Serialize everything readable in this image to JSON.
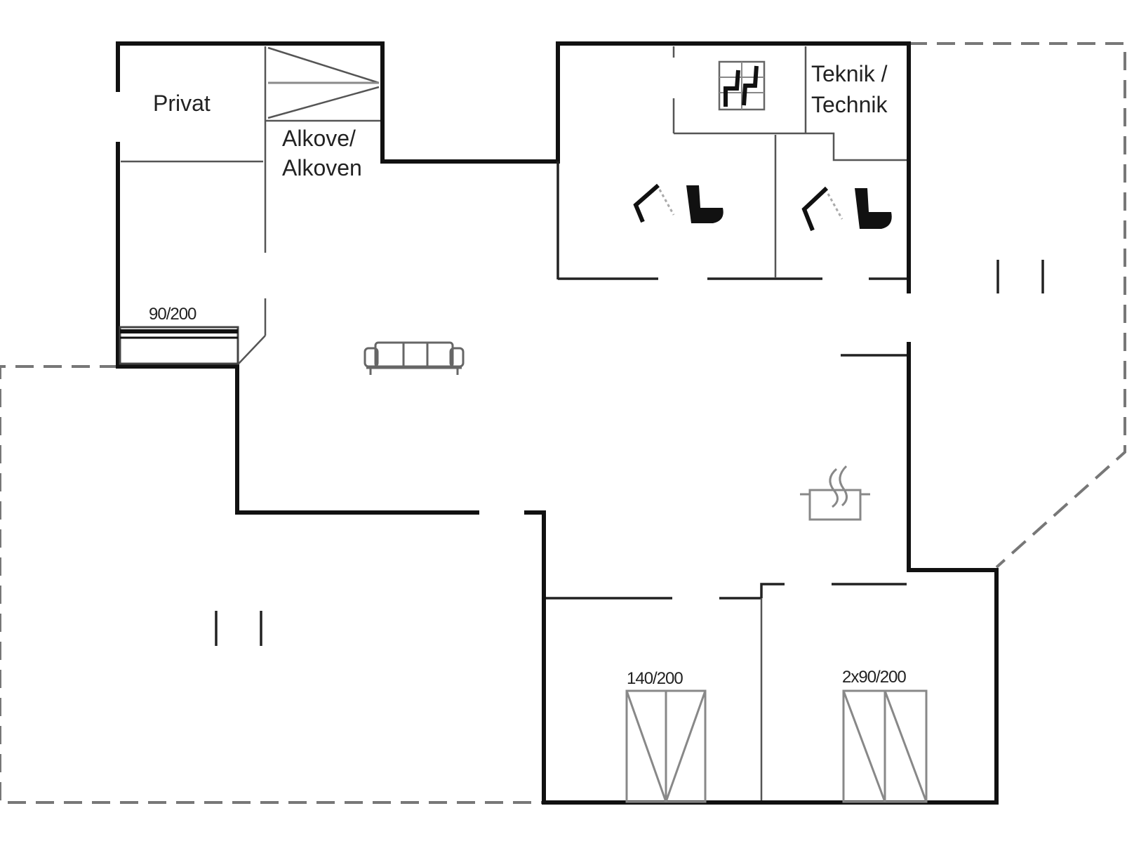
{
  "labels": {
    "privat": "Privat",
    "alkove_1": "Alkove/",
    "alkove_2": "Alkoven",
    "teknik_1": "Teknik /",
    "teknik_2": "Technik",
    "bed_single": "90/200",
    "bed_double": "140/200",
    "bed_twin": "2x90/200"
  },
  "icons": [
    "toilet-icon",
    "shower-icon",
    "sauna-icon",
    "sofa-icon",
    "cooking-pot-icon",
    "bed-icon"
  ]
}
